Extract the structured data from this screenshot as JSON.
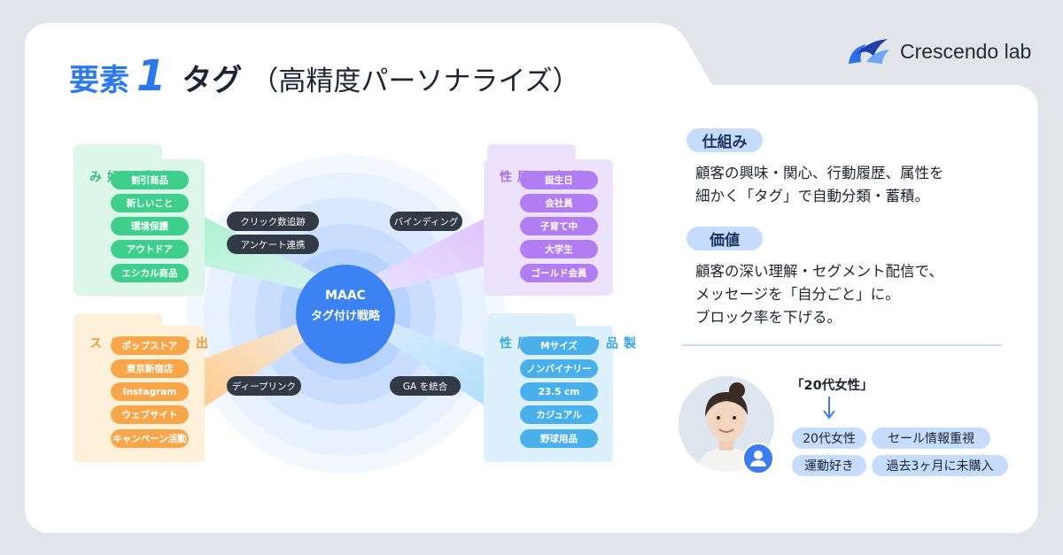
{
  "title": {
    "label": "要素",
    "number": "1",
    "main": "タグ",
    "sub": "（高精度パーソナライズ）"
  },
  "brand": {
    "name": "Crescendo lab"
  },
  "diagram": {
    "center": {
      "line1": "MAAC",
      "line2": "タグ付け戦略"
    },
    "connectors": [
      "クリック数追跡",
      "アンケート連携",
      "バインディング",
      "ディープリンク",
      "GA を統合"
    ],
    "groups": [
      {
        "label": "顧客の好み",
        "color": "#3fcf8d",
        "items": [
          "割引商品",
          "新しいこと",
          "環境保護",
          "アウトドア",
          "エシカル商品"
        ]
      },
      {
        "label": "顧客の属性",
        "color": "#b27cf2",
        "items": [
          "誕生日",
          "会社員",
          "子育て中",
          "大学生",
          "ゴールド会員"
        ]
      },
      {
        "label": "出会いのソース",
        "color": "#f8a64a",
        "items": [
          "ポップストア",
          "東京新宿店",
          "Instagram",
          "ウェブサイト",
          "キャンペーン活動"
        ]
      },
      {
        "label": "製品カテゴリ属性",
        "color": "#4ab0ec",
        "items": [
          "Mサイズ",
          "ノンバイナリー",
          "23.5 cm",
          "カジュアル",
          "野球用品"
        ]
      }
    ]
  },
  "mechanism": {
    "heading": "仕組み",
    "lines": [
      "顧客の興味・関心、行動履歴、属性を",
      "細かく「タグ」で自動分類・蓄積。"
    ]
  },
  "value": {
    "heading": "価値",
    "lines": [
      "顧客の深い理解・セグメント配信で、",
      "メッセージを「自分ごと」に。",
      "ブロック率を下げる。"
    ]
  },
  "persona": {
    "quote": "「20代女性」",
    "tags": [
      "20代女性",
      "セール情報重視",
      "運動好き",
      "過去3ヶ月に未購入"
    ]
  },
  "colors": {
    "accent": "#2e78ee",
    "green": "#3fcf8d",
    "purple": "#b27cf2",
    "orange": "#f8a64a",
    "blue": "#4ab0ec",
    "center": "#3d82f2"
  }
}
